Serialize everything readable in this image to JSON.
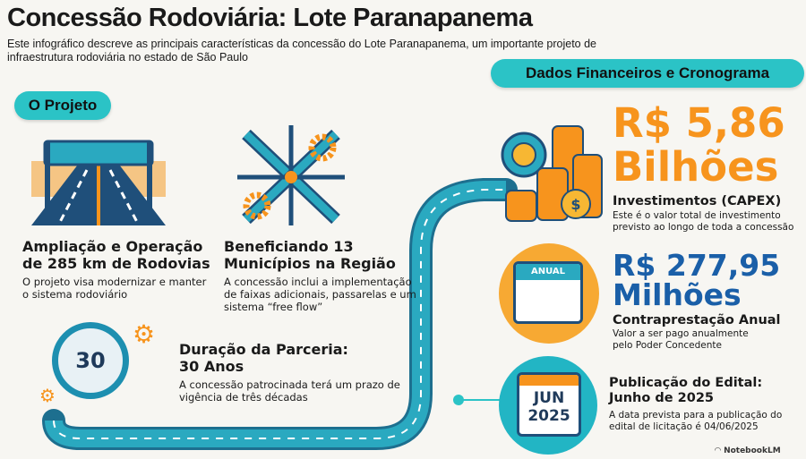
{
  "header": {
    "title": "Concessão Rodoviária: Lote Paranapanema",
    "subtitle": "Este infográfico descreve as principais características da concessão do Lote Paranapanema, um importante projeto de infraestrutura rodoviária no estado de São Paulo"
  },
  "sections": {
    "project_label": "O Projeto",
    "financial_label": "Dados Financeiros e Cronograma"
  },
  "project": {
    "roads": {
      "heading_1": "Ampliação e Operação",
      "heading_2": "de 285 km de Rodovias",
      "desc": "O projeto visa modernizar e manter o sistema rodoviário"
    },
    "municipalities": {
      "heading_1": "Beneficiando 13",
      "heading_2": "Municípios na Região",
      "desc": "A concessão inclui a implementação de faixas adicionais, passarelas e um sistema “free flow”"
    },
    "duration": {
      "heading_1": "Duração da Parceria:",
      "heading_2": "30 Anos",
      "desc": "A concessão patrocinada terá um prazo de vigência de três décadas",
      "clock_number": "30"
    }
  },
  "financial": {
    "capex": {
      "value_1": "R$ 5,86",
      "value_2": "Bilhões",
      "heading": "Investimentos (CAPEX)",
      "desc": "Este é o valor total de investimento previsto ao longo de toda a concessão",
      "color": "#f7941d"
    },
    "annual": {
      "value_1": "R$ 277,95",
      "value_2": "Milhões",
      "heading": "Contraprestação Anual",
      "desc": "Valor a ser pago anualmente pelo Poder Concedente",
      "calendar_label": "ANUAL",
      "color": "#1a5fa8"
    },
    "edital": {
      "heading_1": "Publicação do Edital:",
      "heading_2": "Junho de 2025",
      "desc": "A data prevista para a publicação do edital de licitação é 04/06/2025",
      "calendar_month": "JUN",
      "calendar_year": "2025"
    }
  },
  "footer": {
    "brand": "NotebookLM"
  }
}
